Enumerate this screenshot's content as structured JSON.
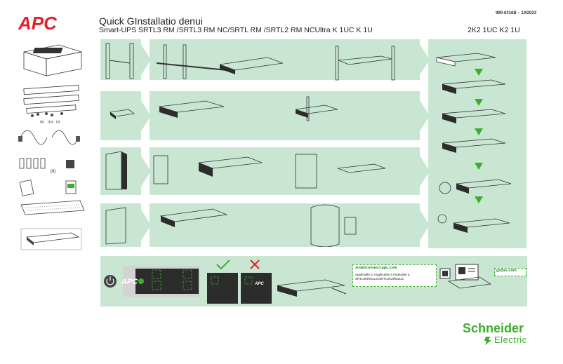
{
  "header": {
    "brand": "APC",
    "title": "Quick GInstallatio denui",
    "subtitle": "Smart-UPS SRTL3 RM /SRTL3 RM NC/SRTL RM /SRTL2 RM NCUltra K 1UC K 1U",
    "subtitle_right": "2K2 1UC K2 1U",
    "doc_number": "990-6316B – 10/2023"
  },
  "kit": {
    "counts": [
      "(8)",
      "(10)",
      "(2)"
    ],
    "count_8": "(8)"
  },
  "power_panel": {
    "apc_label": "APC"
  },
  "smartconnect": {
    "url": "smartconnect.apc.com",
    "applicable": "Applicable to /Applicable à /Aplicable a",
    "models": "SRTL3KRM1UC/SRTL2K2RM1UC",
    "go_url": "go2se.com"
  },
  "footer": {
    "brand_name": "Schneider",
    "brand_sub": "Electric"
  },
  "colors": {
    "panel_green": "#c8e6d2",
    "accent_green": "#3dae2b",
    "apc_red": "#e4202b"
  }
}
